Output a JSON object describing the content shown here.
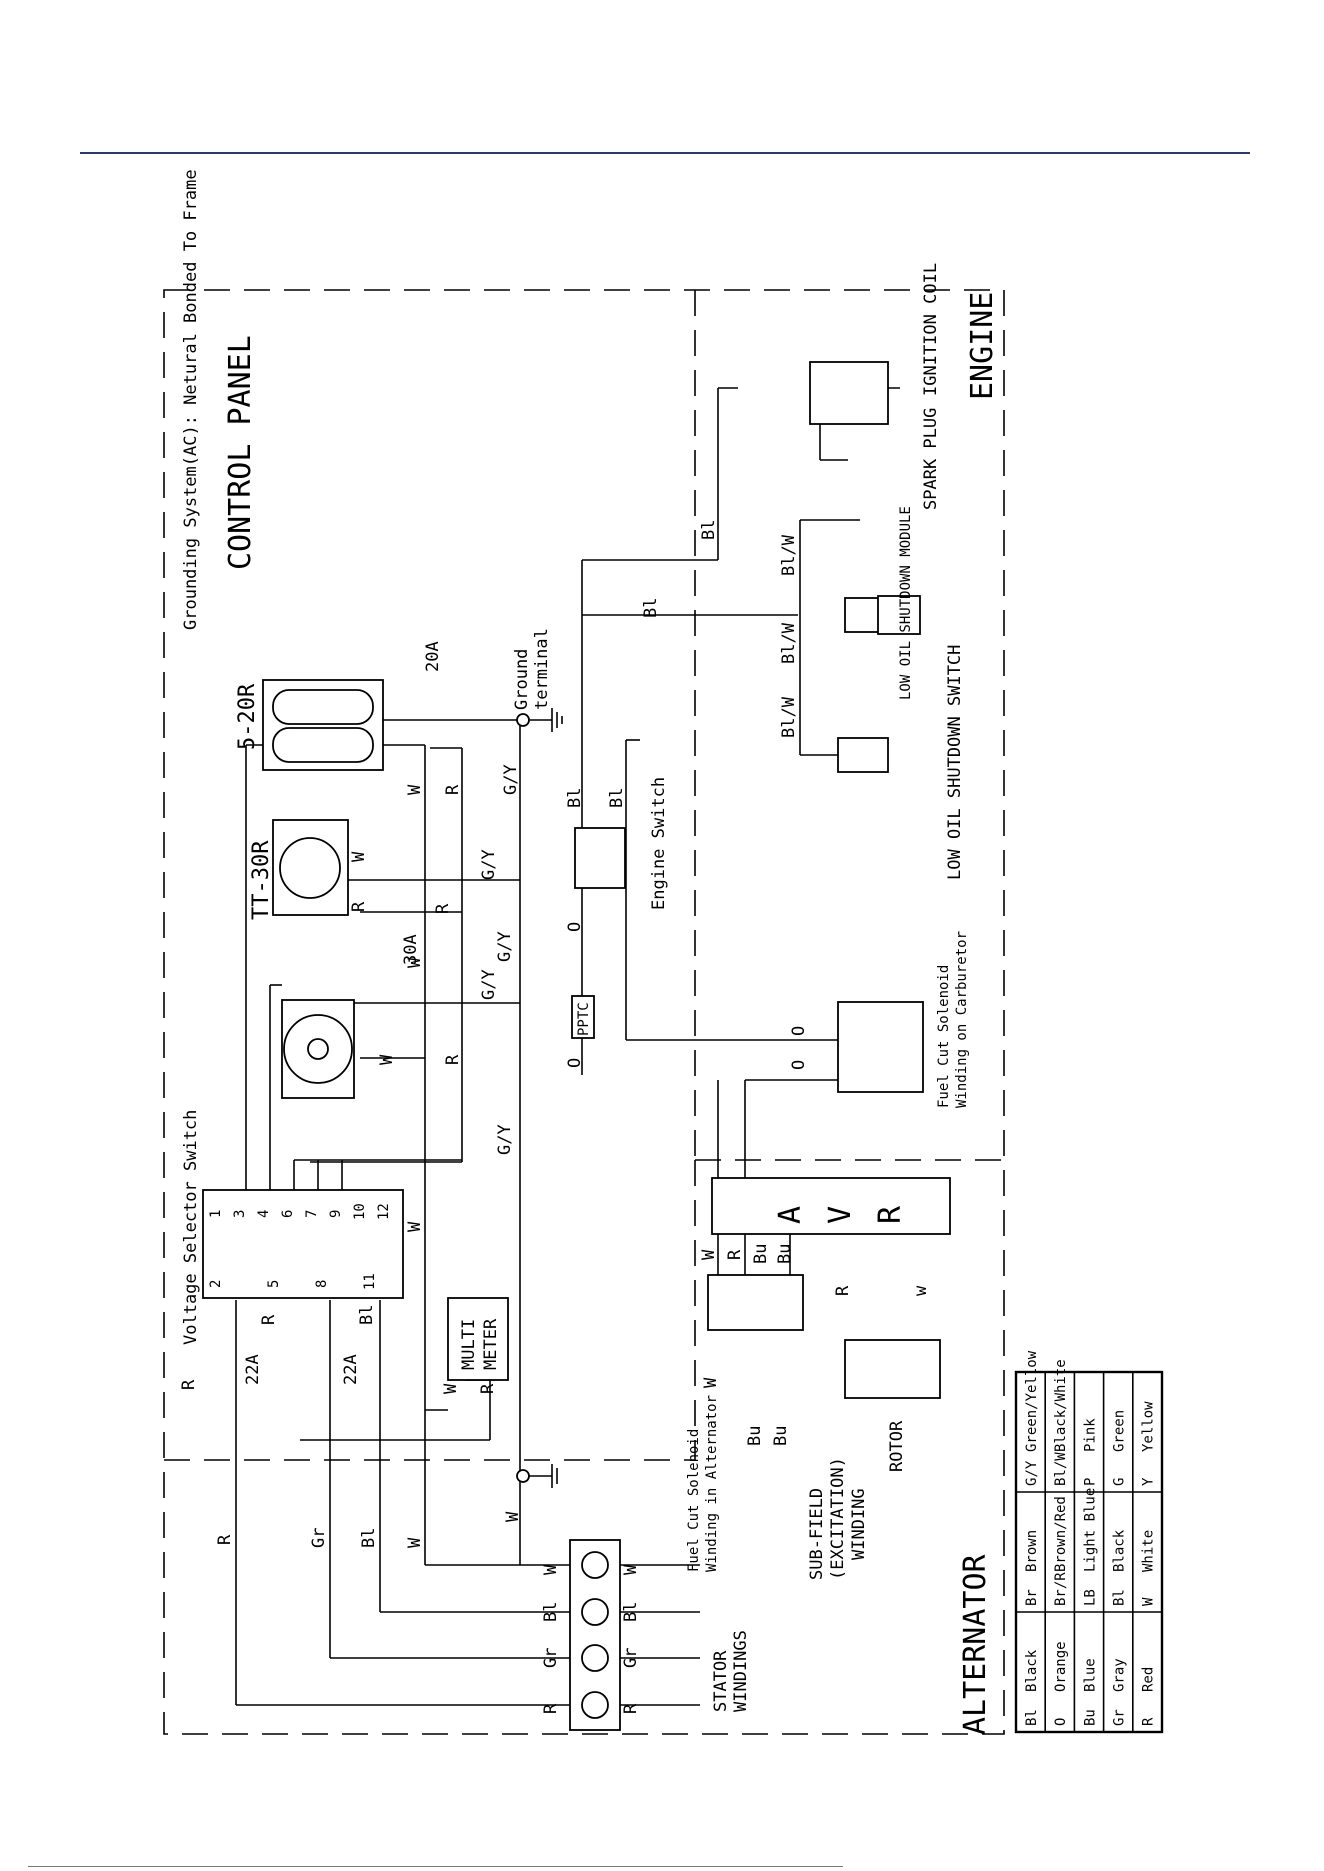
{
  "sections": {
    "control_panel": "CONTROL PANEL",
    "grounding_note": "Grounding System(AC): Netural Bonded To Frame",
    "engine": "ENGINE",
    "alternator": "ALTERNATOR"
  },
  "components": {
    "voltage_selector": "Voltage Selector Switch",
    "multimeter_l1": "MULTI",
    "multimeter_l2": "METER",
    "avr": [
      "A",
      "V",
      "R"
    ],
    "rotor": "ROTOR",
    "subfield_l1": "SUB-FIELD",
    "subfield_l2": "(EXCITATION)",
    "subfield_l3": "WINDING",
    "stator_l1": "STATOR",
    "stator_l2": "WINDINGS",
    "fuel_cut_alt_l1": "Fuel Cut Solenoid",
    "fuel_cut_alt_l2": "Winding in Alternator",
    "fuel_cut_carb_l1": "Fuel Cut Solenoid",
    "fuel_cut_carb_l2": "Winding on Carburetor",
    "engine_switch": "Engine Switch",
    "low_oil_switch": "LOW OIL SHUTDOWN SWITCH",
    "low_oil_module": "LOW OIL SHUTDOWN MODULE",
    "spark_plug": "SPARK PLUG",
    "ignition_coil": "IGNITION COIL",
    "ground_terminal_l1": "Ground",
    "ground_terminal_l2": "terminal",
    "receptacle_520r": "5-20R",
    "receptacle_tt30r": "TT-30R",
    "pptc": "PPTC",
    "breaker_20a": "20A",
    "breaker_30a": "30A",
    "breaker_22a": "22A",
    "terminals": [
      "1",
      "2",
      "3",
      "4",
      "5",
      "6",
      "7",
      "8",
      "9",
      "10",
      "11",
      "12"
    ]
  },
  "wire_labels": {
    "R": "R",
    "W": "W",
    "GY": "G/Y",
    "Bl": "Bl",
    "Gr": "Gr",
    "Bu": "Bu",
    "O": "O",
    "BlW": "Bl/W",
    "w": "w"
  },
  "legend": [
    [
      {
        "c": "Bl",
        "n": "Black"
      },
      {
        "c": "Br",
        "n": "Brown"
      },
      {
        "c": "G/Y",
        "n": "Green/Yellow"
      }
    ],
    [
      {
        "c": "O",
        "n": "Orange"
      },
      {
        "c": "Br/R",
        "n": "Brown/Red"
      },
      {
        "c": "Bl/W",
        "n": "Black/White"
      }
    ],
    [
      {
        "c": "Bu",
        "n": "Blue"
      },
      {
        "c": "LB",
        "n": "Light Blue"
      },
      {
        "c": "P",
        "n": "Pink"
      }
    ],
    [
      {
        "c": "Gr",
        "n": "Gray"
      },
      {
        "c": "Bl",
        "n": "Black"
      },
      {
        "c": "G",
        "n": "Green"
      }
    ],
    [
      {
        "c": "R",
        "n": "Red"
      },
      {
        "c": "W",
        "n": "White"
      },
      {
        "c": "Y",
        "n": "Yellow"
      }
    ]
  ]
}
